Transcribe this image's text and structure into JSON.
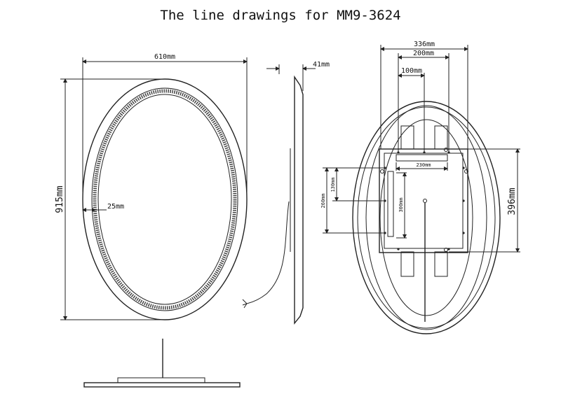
{
  "title": "The line drawings for MM9-3624",
  "front_view": {
    "width": "610mm",
    "height": "915mm",
    "border": "25mm"
  },
  "side_view": {
    "depth": "41mm"
  },
  "back_view": {
    "overall_width": "336mm",
    "hole_spacing": "200mm",
    "half_spacing": "100mm",
    "rail_length": "230mm",
    "bracket_height": "396mm",
    "left_spacing_outer": "260mm",
    "left_spacing_inner": "130mm",
    "rail_vertical": "300mm"
  }
}
